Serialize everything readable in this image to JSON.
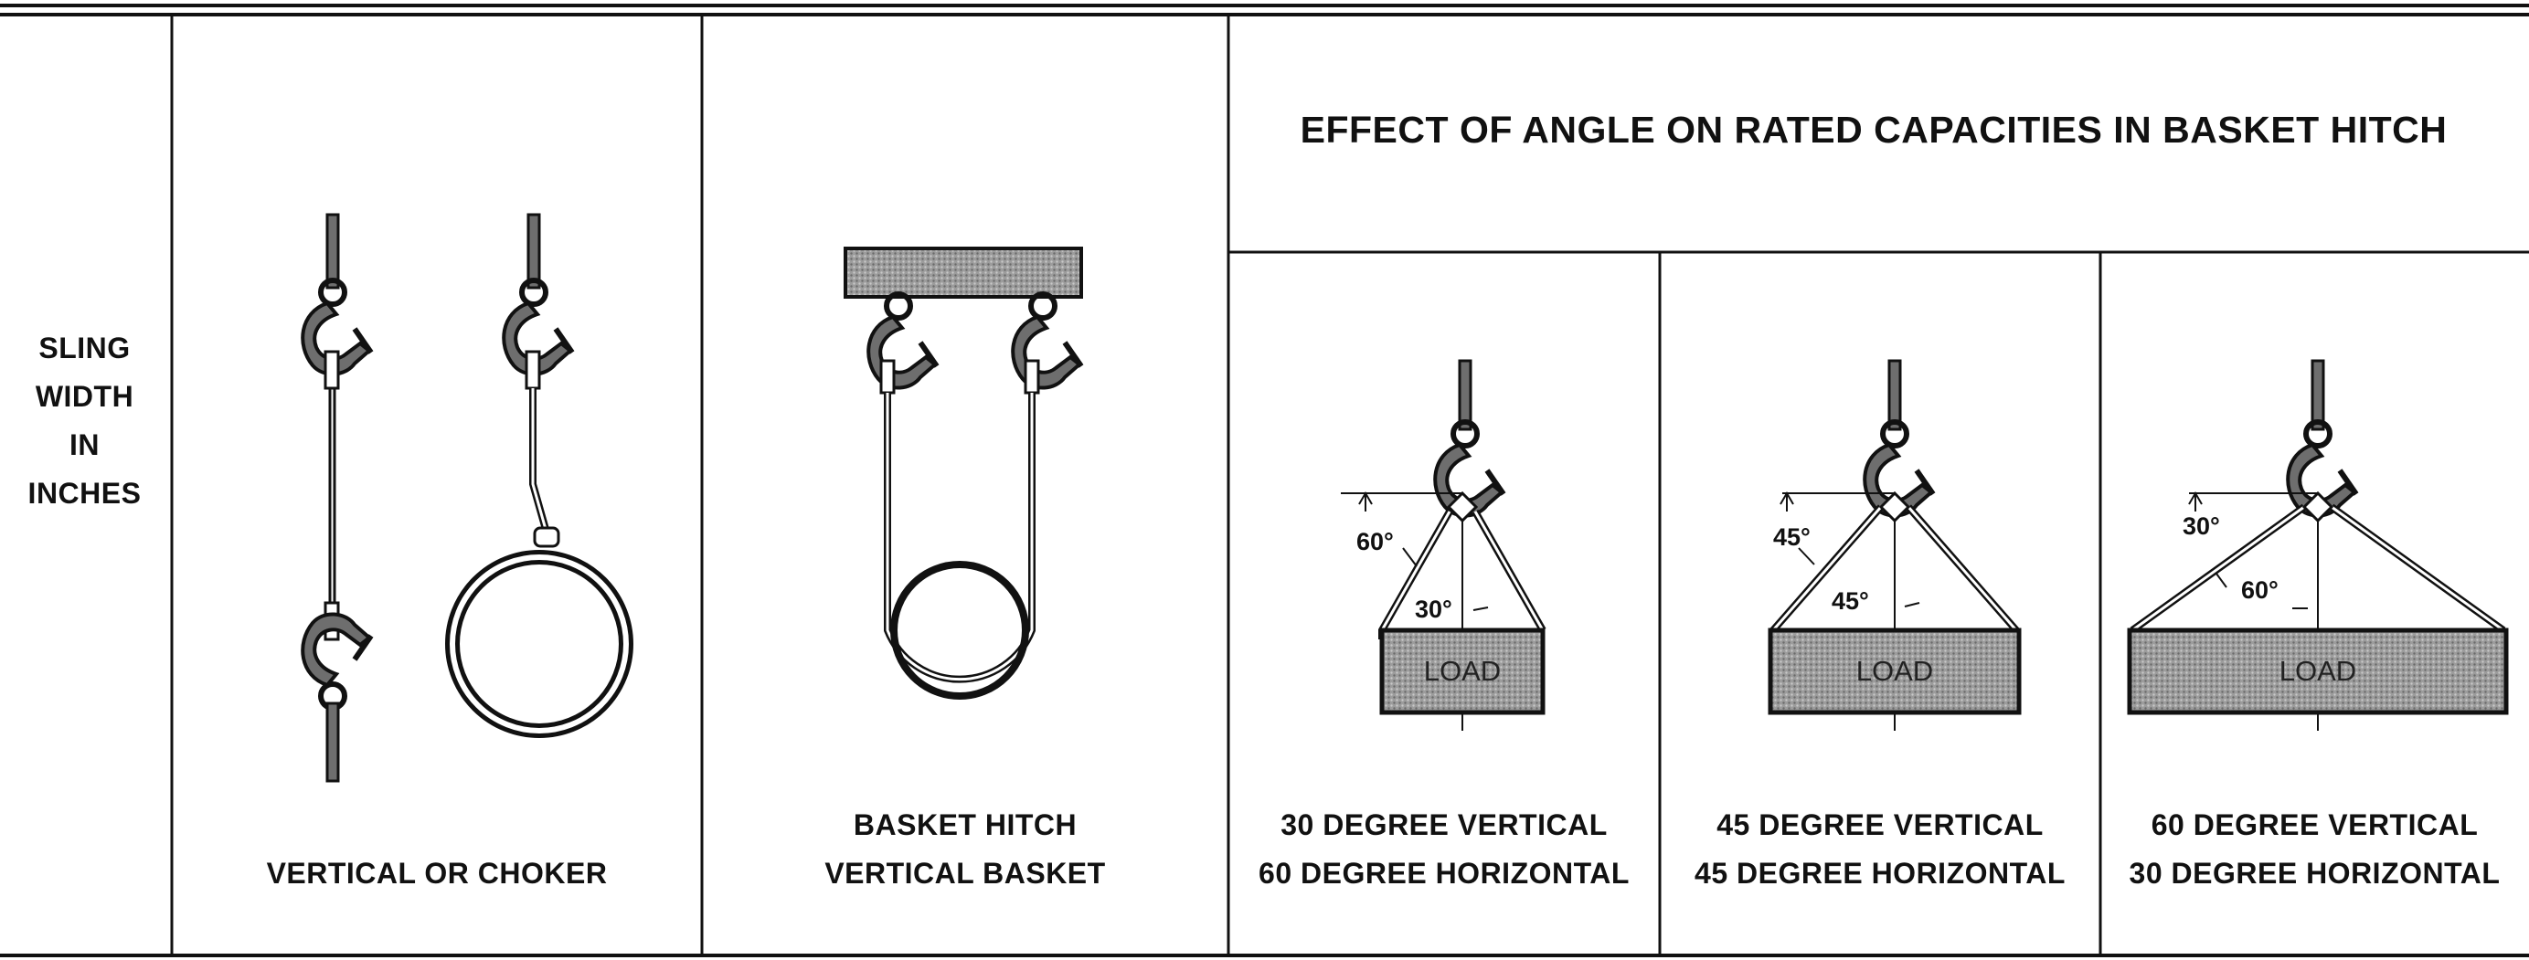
{
  "header": {
    "sling_width_lines": [
      "SLING",
      "WIDTH",
      "IN",
      "INCHES"
    ],
    "angle_effect_title": "EFFECT OF ANGLE ON RATED CAPACITIES IN BASKET HITCH"
  },
  "hitches": [
    {
      "caption_lines": [
        "VERTICAL OR CHOKER"
      ]
    },
    {
      "caption_lines": [
        "BASKET HITCH",
        "VERTICAL BASKET"
      ]
    },
    {
      "caption_lines": [
        "30 DEGREE VERTICAL",
        "60 DEGREE HORIZONTAL"
      ]
    },
    {
      "caption_lines": [
        "45 DEGREE VERTICAL",
        "45 DEGREE HORIZONTAL"
      ]
    },
    {
      "caption_lines": [
        "60 DEGREE VERTICAL",
        "30 DEGREE HORIZONTAL"
      ]
    }
  ],
  "angle_diagrams": [
    {
      "outer_angle": "60°",
      "inner_angle": "30°",
      "load_label": "LOAD"
    },
    {
      "outer_angle": "45°",
      "inner_angle": "45°",
      "load_label": "LOAD"
    },
    {
      "outer_angle": "30°",
      "inner_angle": "60°",
      "load_label": "LOAD"
    }
  ],
  "colors": {
    "ink": "#111111",
    "load_fill": "#8c8c8c",
    "beam_fill": "#9a9a9a",
    "hook_fill": "#6e6e6e"
  }
}
